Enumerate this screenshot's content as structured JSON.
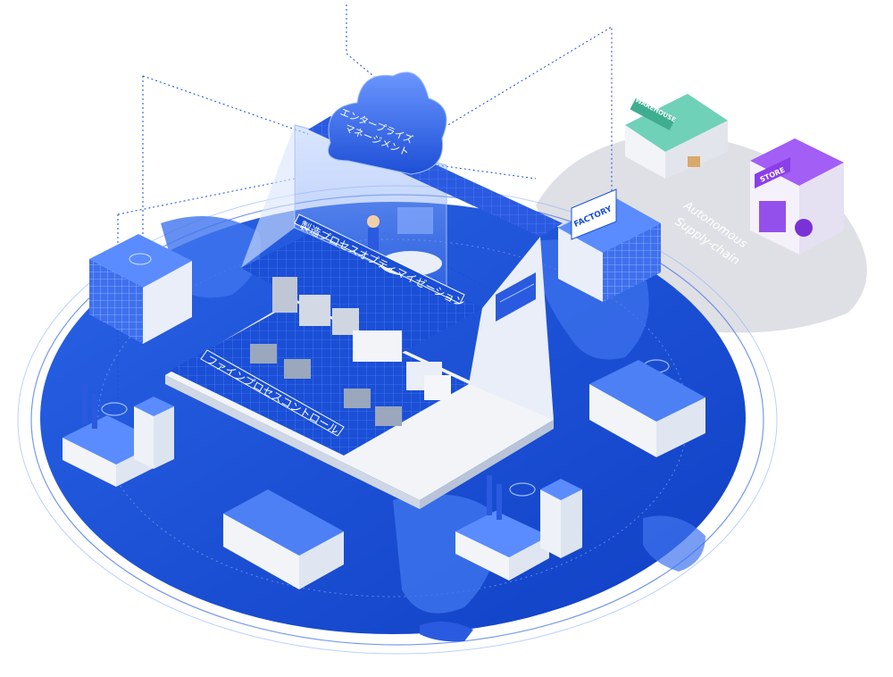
{
  "cloud": {
    "line1": "エンタープライズ",
    "line2": "マネージメント"
  },
  "tiers": {
    "upper": "製造プロセスオプティマイゼーション",
    "lower": "ファインプロセスコントロール"
  },
  "signs": {
    "factory": "FACTORY",
    "warehouse": "WAREHOUSE",
    "store": "STORE"
  },
  "supply_chain": {
    "line1": "Autonomous",
    "line2": "Supply-chain"
  },
  "colors": {
    "primary": "#1a4fd6",
    "globe_light": "#3d6fe8",
    "building_top": "#3a6cf0",
    "white": "#ffffff",
    "store_purple": "#8a3ee8",
    "warehouse_green": "#5fbfa8",
    "path_gray": "#d9dbe0"
  }
}
